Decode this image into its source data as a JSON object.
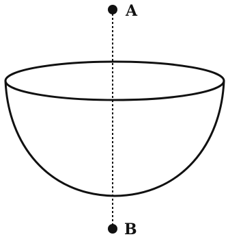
{
  "diagram": {
    "points": [
      {
        "id": "A",
        "label": "A"
      },
      {
        "id": "B",
        "label": "B"
      }
    ],
    "shape": "hemispherical-bowl",
    "axis_style": "dashed"
  }
}
